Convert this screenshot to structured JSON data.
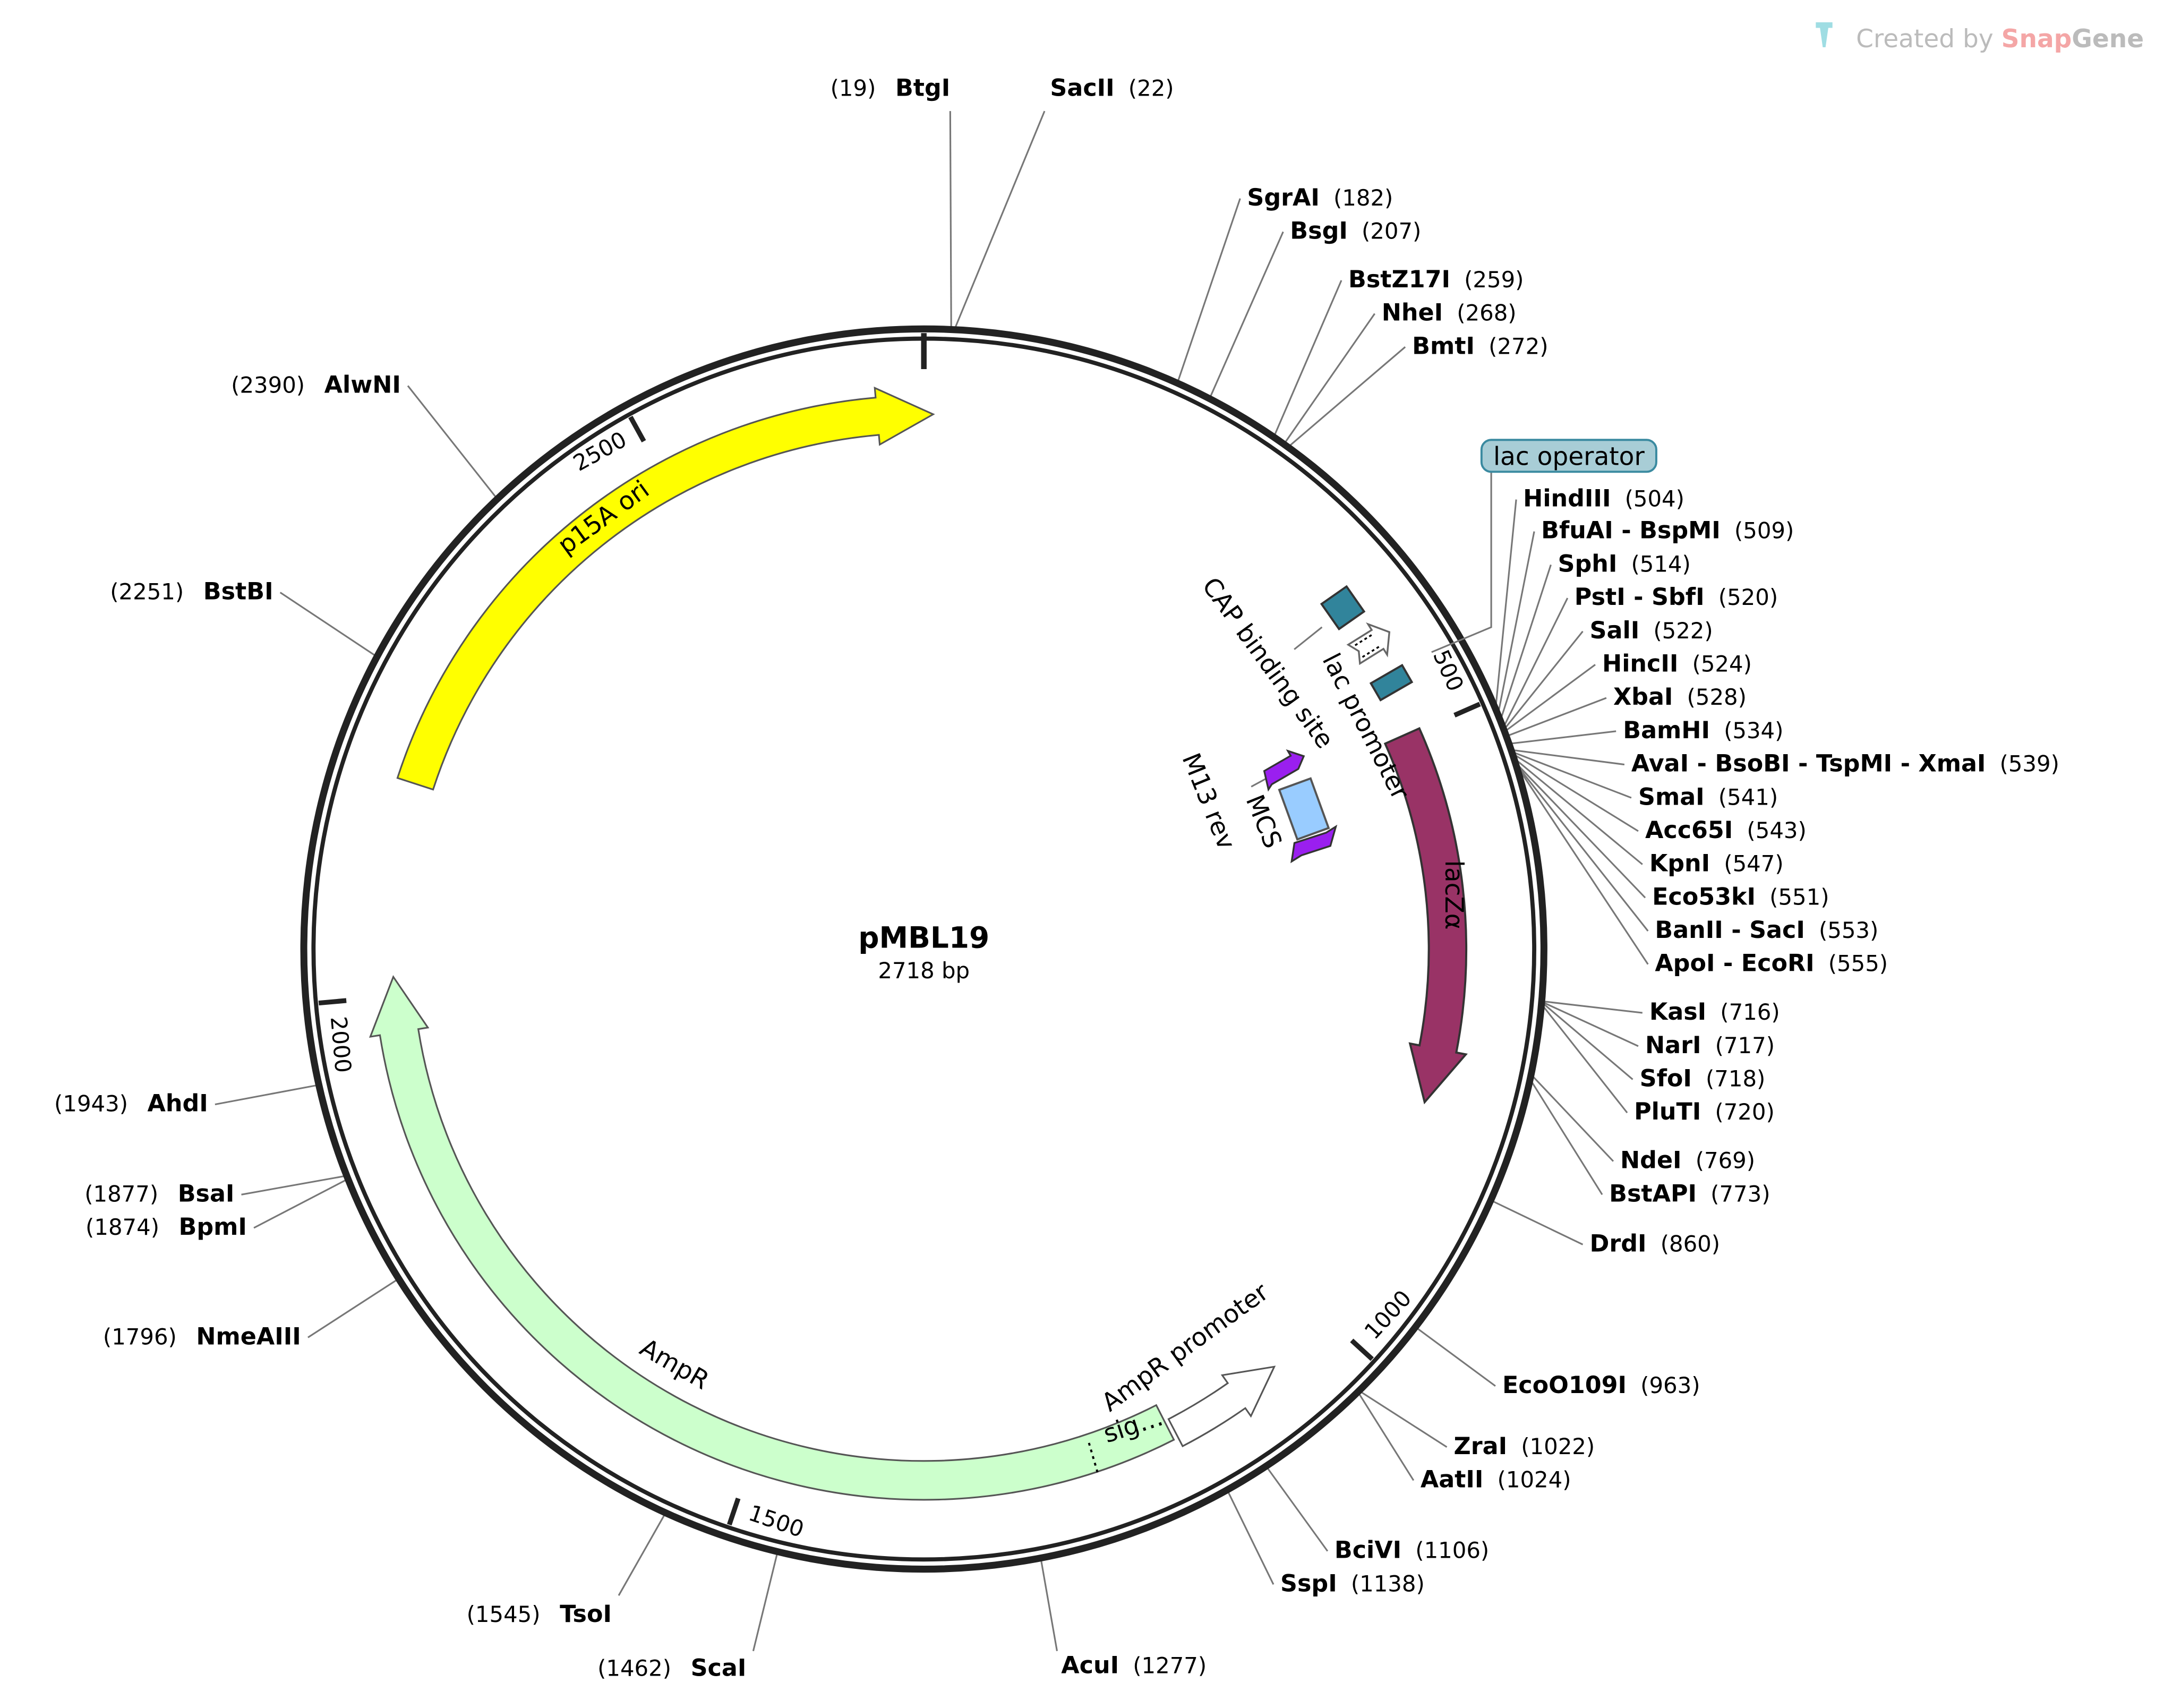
{
  "watermark": {
    "prefix": "Created by ",
    "brand_a": "Snap",
    "brand_b": "Gene"
  },
  "plasmid": {
    "name": "pMBL19",
    "length": "2718 bp",
    "length_bp": 2718
  },
  "ticks": [
    "500",
    "1000",
    "1500",
    "2000",
    "2500"
  ],
  "features": {
    "p15a_ori": {
      "label": "p15A ori",
      "color": "#ffff00"
    },
    "lacz": {
      "label": "lacZα",
      "color": "#993366"
    },
    "ampr": {
      "label": "AmpR",
      "color": "#ccffcc"
    },
    "ampr_sig": {
      "label": "sig…"
    },
    "ampr_promoter": {
      "label": "AmpR promoter",
      "color": "#ffffff"
    },
    "cap_site": {
      "label": "CAP binding site",
      "color": "#31849b"
    },
    "lac_promoter": {
      "label": "lac promoter",
      "color": "#ffffff"
    },
    "lac_operator": {
      "label": "lac operator",
      "color": "#31849b"
    },
    "m13_rev": {
      "label": "M13 rev",
      "color": "#9a1fef"
    },
    "mcs": {
      "label": "MCS",
      "color": "#99ccff"
    }
  },
  "enzymes": [
    {
      "name": "BtgI",
      "pos": "(19)"
    },
    {
      "name": "SacII",
      "pos": "(22)"
    },
    {
      "name": "SgrAI",
      "pos": "(182)"
    },
    {
      "name": "BsgI",
      "pos": "(207)"
    },
    {
      "name": "BstZ17I",
      "pos": "(259)"
    },
    {
      "name": "NheI",
      "pos": "(268)"
    },
    {
      "name": "BmtI",
      "pos": "(272)"
    },
    {
      "name": "HindIII",
      "pos": "(504)"
    },
    {
      "name": "BfuAI - BspMI",
      "pos": "(509)"
    },
    {
      "name": "SphI",
      "pos": "(514)"
    },
    {
      "name": "PstI - SbfI",
      "pos": "(520)"
    },
    {
      "name": "SalI",
      "pos": "(522)"
    },
    {
      "name": "HincII",
      "pos": "(524)"
    },
    {
      "name": "XbaI",
      "pos": "(528)"
    },
    {
      "name": "BamHI",
      "pos": "(534)"
    },
    {
      "name": "AvaI - BsoBI - TspMI - XmaI",
      "pos": "(539)"
    },
    {
      "name": "SmaI",
      "pos": "(541)"
    },
    {
      "name": "Acc65I",
      "pos": "(543)"
    },
    {
      "name": "KpnI",
      "pos": "(547)"
    },
    {
      "name": "Eco53kI",
      "pos": "(551)"
    },
    {
      "name": "BanII - SacI",
      "pos": "(553)"
    },
    {
      "name": "ApoI - EcoRI",
      "pos": "(555)"
    },
    {
      "name": "KasI",
      "pos": "(716)"
    },
    {
      "name": "NarI",
      "pos": "(717)"
    },
    {
      "name": "SfoI",
      "pos": "(718)"
    },
    {
      "name": "PluTI",
      "pos": "(720)"
    },
    {
      "name": "NdeI",
      "pos": "(769)"
    },
    {
      "name": "BstAPI",
      "pos": "(773)"
    },
    {
      "name": "DrdI",
      "pos": "(860)"
    },
    {
      "name": "EcoO109I",
      "pos": "(963)"
    },
    {
      "name": "ZraI",
      "pos": "(1022)"
    },
    {
      "name": "AatII",
      "pos": "(1024)"
    },
    {
      "name": "BciVI",
      "pos": "(1106)"
    },
    {
      "name": "SspI",
      "pos": "(1138)"
    },
    {
      "name": "AcuI",
      "pos": "(1277)"
    },
    {
      "name": "ScaI",
      "pos": "(1462)"
    },
    {
      "name": "TsoI",
      "pos": "(1545)"
    },
    {
      "name": "NmeAIII",
      "pos": "(1796)"
    },
    {
      "name": "BpmI",
      "pos": "(1874)"
    },
    {
      "name": "BsaI",
      "pos": "(1877)"
    },
    {
      "name": "AhdI",
      "pos": "(1943)"
    },
    {
      "name": "BstBI",
      "pos": "(2251)"
    },
    {
      "name": "AlwNI",
      "pos": "(2390)"
    }
  ]
}
